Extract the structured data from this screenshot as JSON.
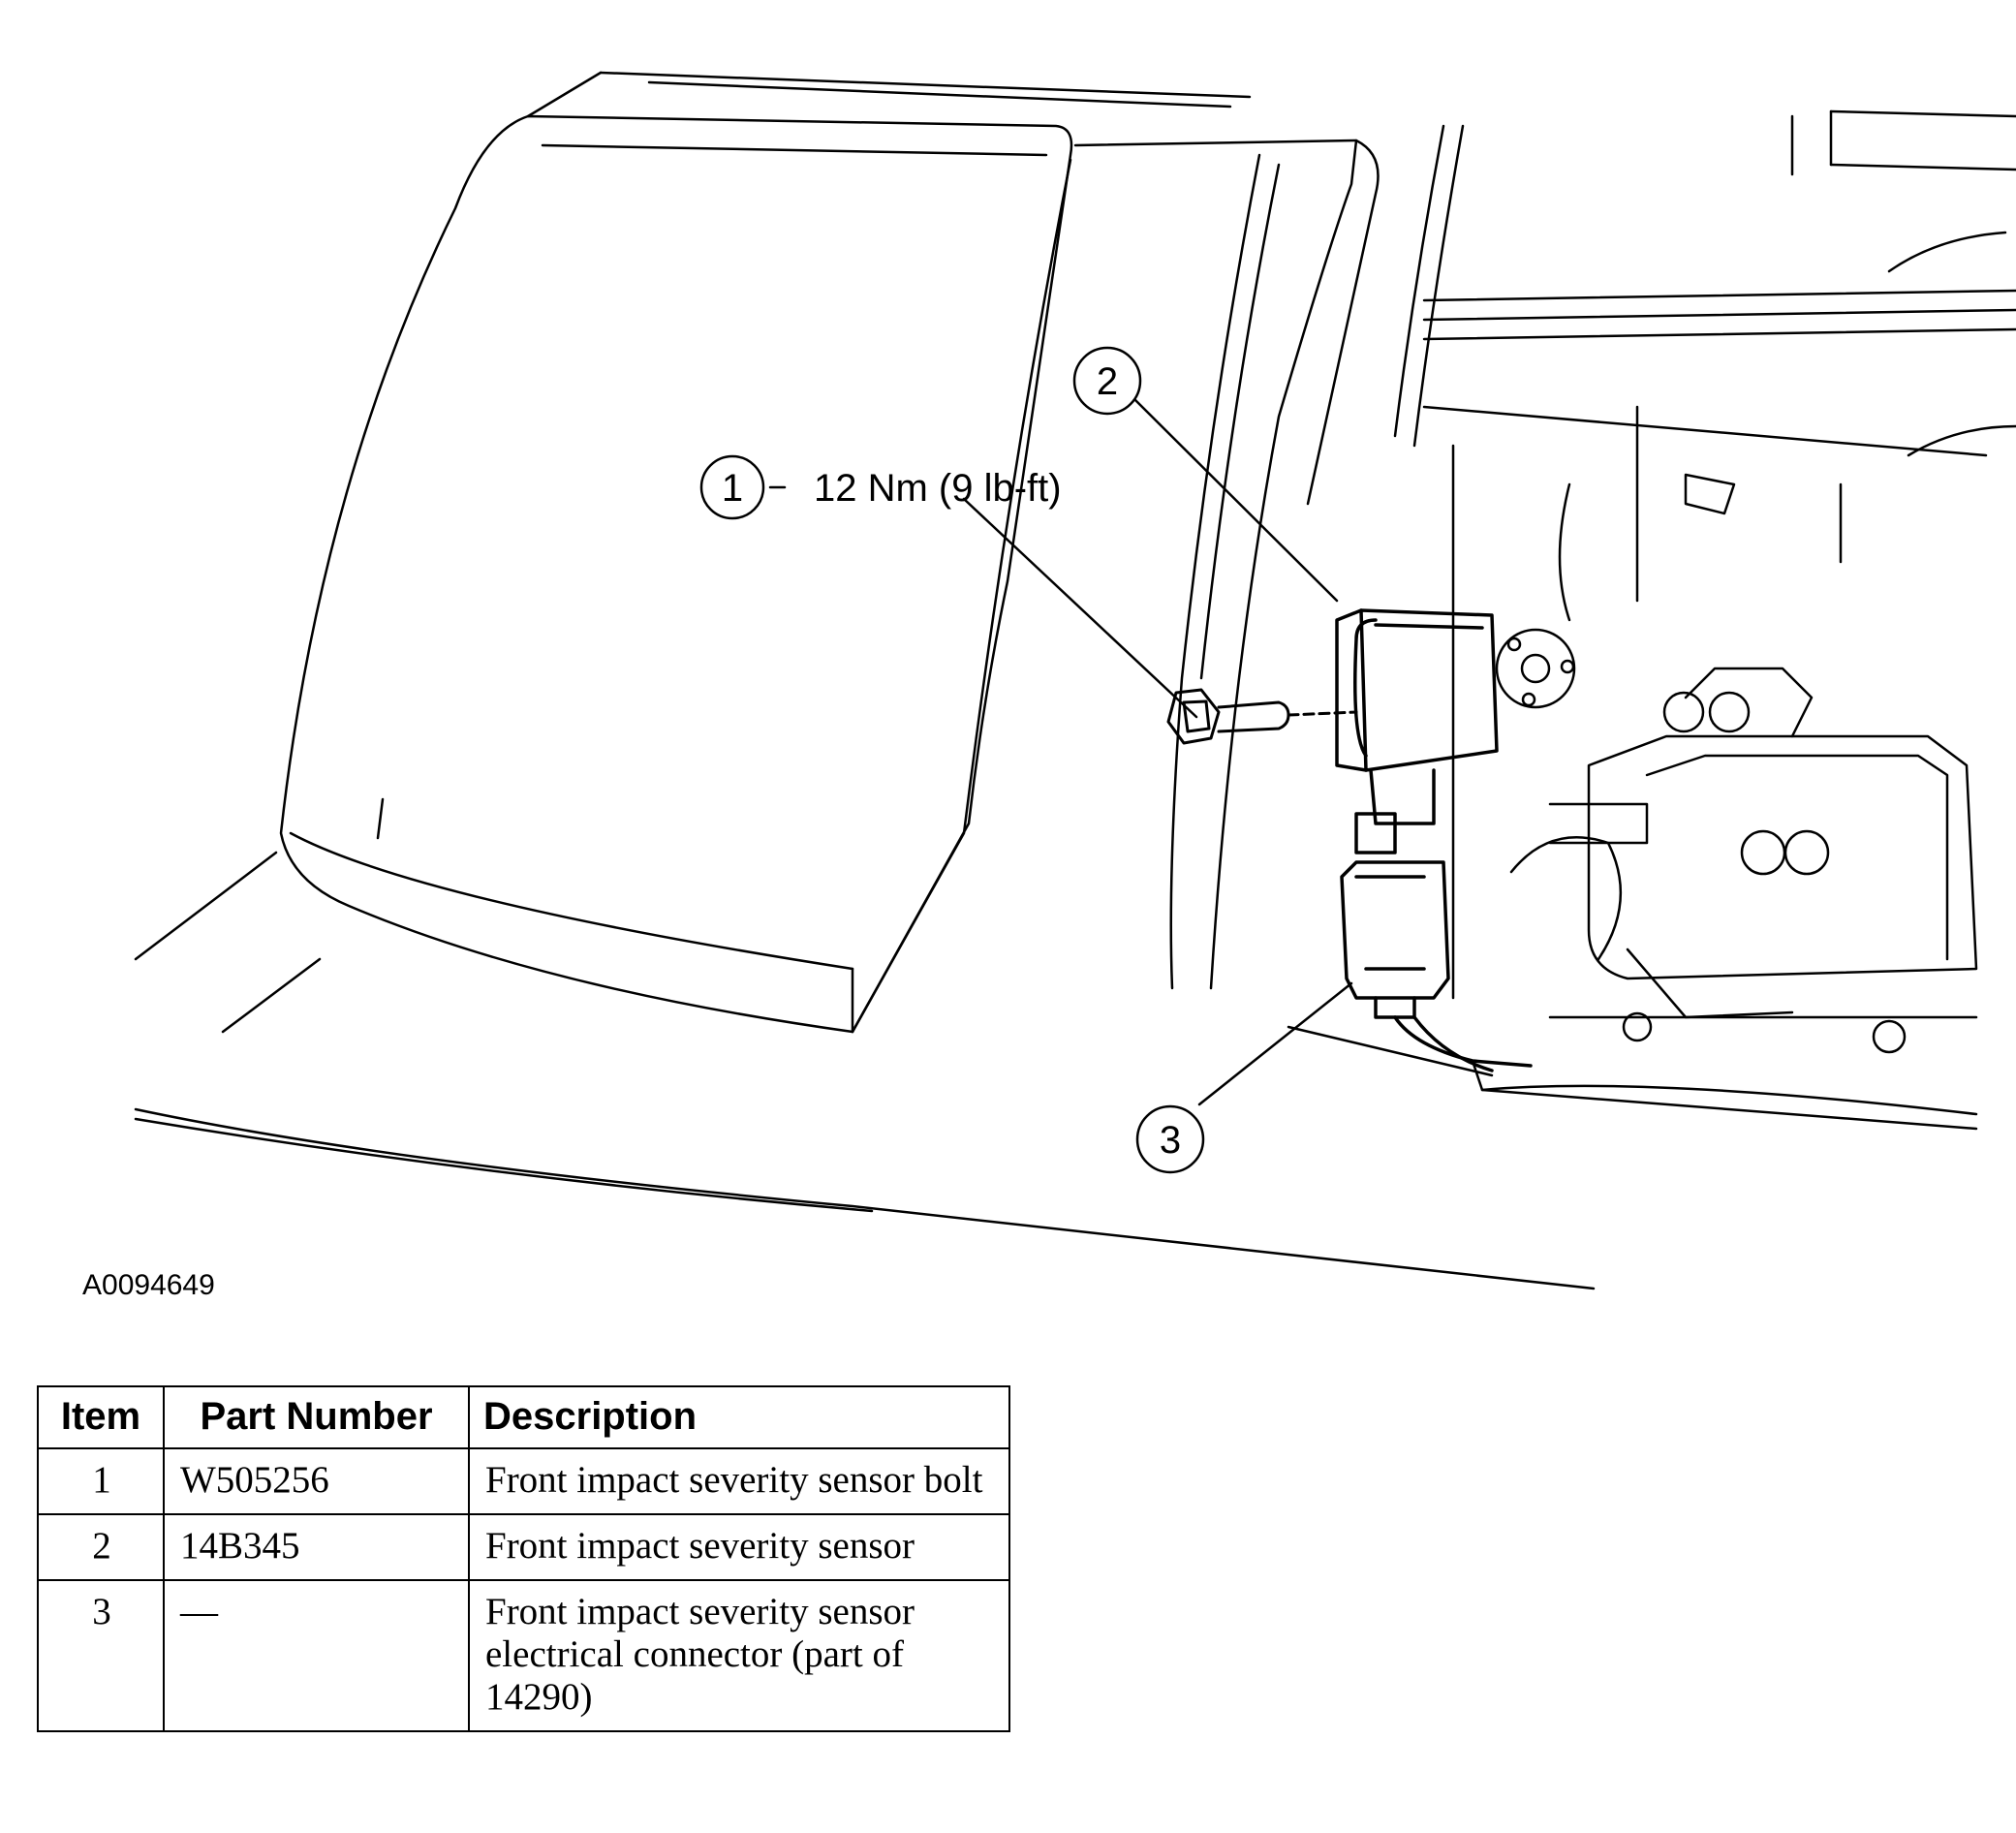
{
  "callouts": [
    {
      "number": "1",
      "spec": "12 Nm (9 lb-ft)"
    },
    {
      "number": "2"
    },
    {
      "number": "3"
    }
  ],
  "figure_id": "A0094649",
  "table": {
    "headers": {
      "item": "Item",
      "part_number": "Part Number",
      "description": "Description"
    },
    "rows": [
      {
        "item": "1",
        "part_number": "W505256",
        "description": "Front impact severity sensor bolt"
      },
      {
        "item": "2",
        "part_number": "14B345",
        "description": "Front impact severity sensor"
      },
      {
        "item": "3",
        "part_number": "—",
        "description": "Front impact severity sensor electrical connector (part of 14290)"
      }
    ]
  }
}
